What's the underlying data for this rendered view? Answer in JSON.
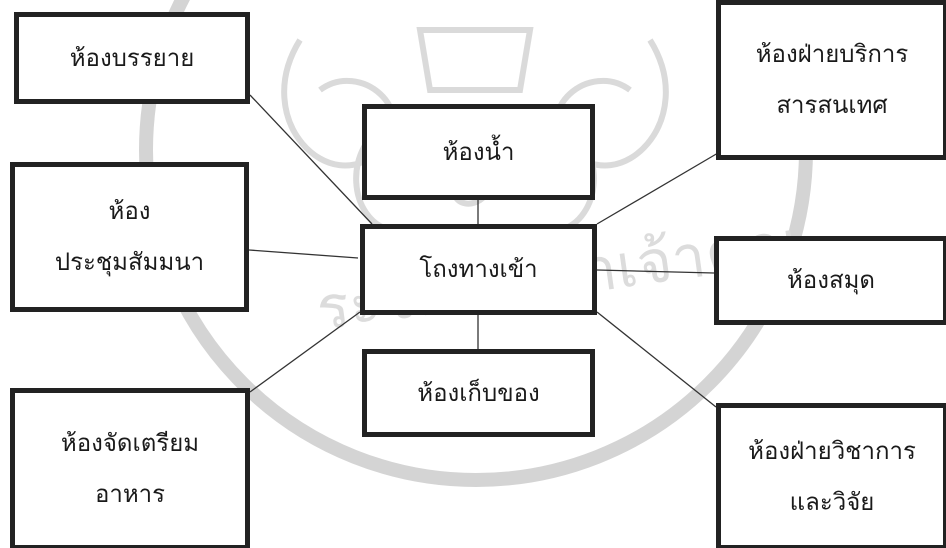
{
  "diagram": {
    "center": {
      "label": "โถงทางเข้า"
    },
    "rooms": [
      {
        "id": "lecture",
        "lines": [
          "ห้องบรรยาย"
        ]
      },
      {
        "id": "info_service",
        "lines": [
          "ห้องฝ่ายบริการ",
          "สารสนเทศ"
        ]
      },
      {
        "id": "restroom",
        "lines": [
          "ห้องน้ำ"
        ]
      },
      {
        "id": "seminar",
        "lines": [
          "ห้อง",
          "ประชุมสัมมนา"
        ]
      },
      {
        "id": "library",
        "lines": [
          "ห้องสมุด"
        ]
      },
      {
        "id": "storage",
        "lines": [
          "ห้องเก็บของ"
        ]
      },
      {
        "id": "food_prep",
        "lines": [
          "ห้องจัดเตรียม",
          "อาหาร"
        ]
      },
      {
        "id": "academic",
        "lines": [
          "ห้องฝ่ายวิชาการ",
          "และวิจัย"
        ]
      }
    ],
    "colors": {
      "border": "#222222",
      "line": "#333333",
      "watermark": "#d6d6d6"
    }
  }
}
